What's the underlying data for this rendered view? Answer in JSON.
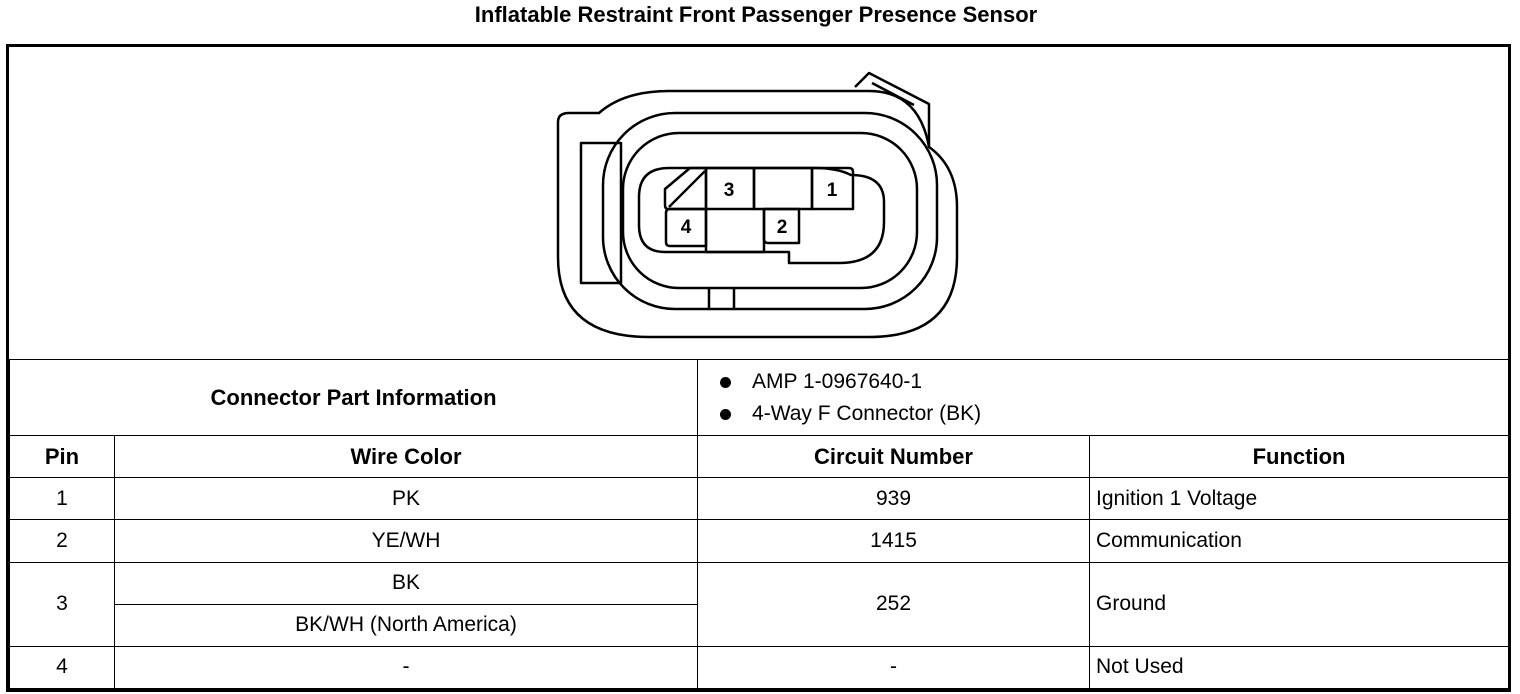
{
  "title": "Inflatable Restraint Front Passenger Presence Sensor",
  "connector": {
    "pin_labels": [
      "1",
      "2",
      "3",
      "4"
    ]
  },
  "part_info": {
    "label": "Connector Part Information",
    "items": [
      "AMP 1-0967640-1",
      "4-Way F Connector (BK)"
    ]
  },
  "table": {
    "headers": {
      "pin": "Pin",
      "wire_color": "Wire Color",
      "circuit": "Circuit Number",
      "function": "Function"
    },
    "rows": [
      {
        "pin": "1",
        "wire_colors": [
          "PK"
        ],
        "circuit": "939",
        "function": "Ignition 1 Voltage"
      },
      {
        "pin": "2",
        "wire_colors": [
          "YE/WH"
        ],
        "circuit": "1415",
        "function": "Communication"
      },
      {
        "pin": "3",
        "wire_colors": [
          "BK",
          "BK/WH (North America)"
        ],
        "circuit": "252",
        "function": "Ground"
      },
      {
        "pin": "4",
        "wire_colors": [
          "-"
        ],
        "circuit": "-",
        "function": "Not Used"
      }
    ]
  }
}
